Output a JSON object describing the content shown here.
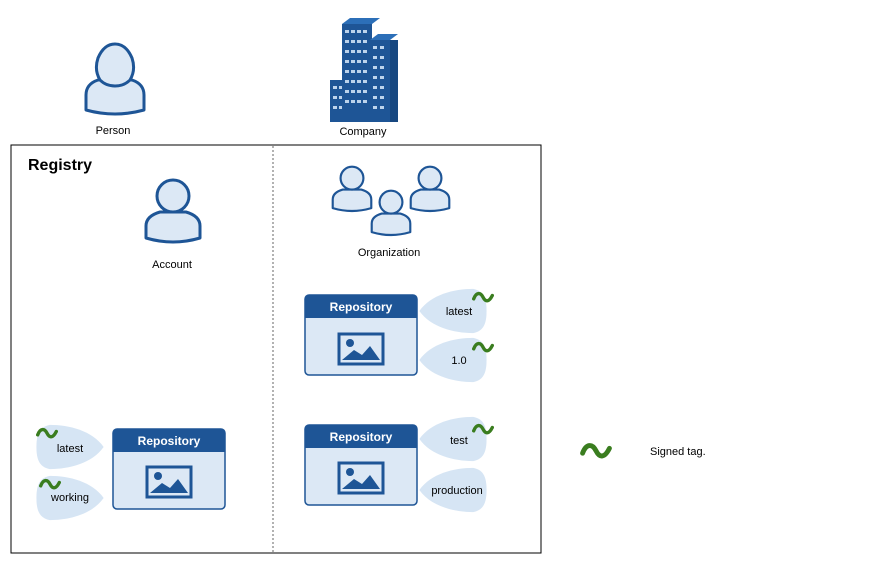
{
  "actors": {
    "person": "Person",
    "company": "Company"
  },
  "registry": {
    "title": "Registry",
    "account_label": "Account",
    "organization_label": "Organization",
    "repo_title": "Repository",
    "account_repo_tags": [
      "latest",
      "working"
    ],
    "org_repo1_tags": [
      "latest",
      "1.0"
    ],
    "org_repo2_tags": [
      "test",
      "production"
    ]
  },
  "legend": {
    "signed_tag": "Signed tag."
  },
  "colors": {
    "icon_fill": "#dce8f5",
    "icon_stroke": "#1e5596",
    "repo_header": "#1e5596",
    "repo_body": "#dce8f5",
    "tag_fill": "#d6e5f4",
    "signed_mark": "#3a7d1f",
    "building": "#1e5596"
  }
}
